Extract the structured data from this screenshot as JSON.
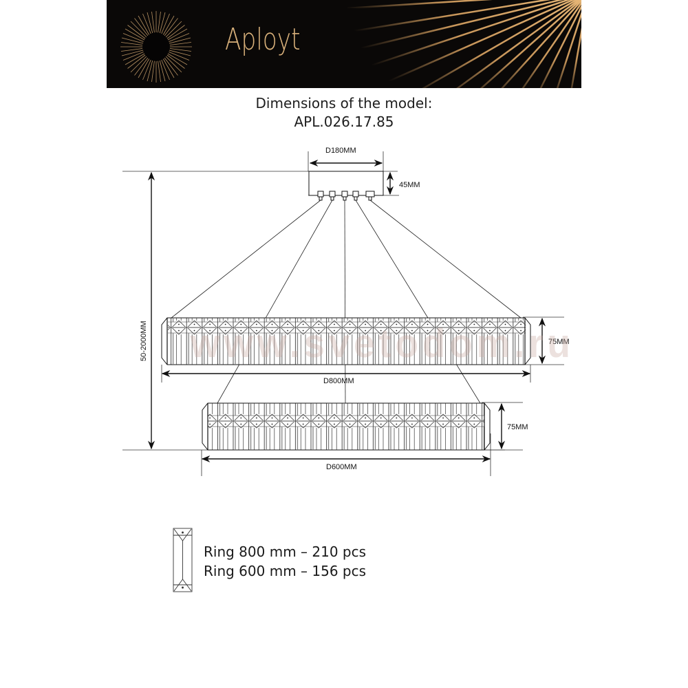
{
  "banner": {
    "brand": "Aployt",
    "background": "#0a0807",
    "accent": "#d8b07a"
  },
  "title": {
    "line1": "Dimensions of the model:",
    "line2": "APL.026.17.85"
  },
  "dimensions": {
    "canopy_diameter": "D180MM",
    "canopy_height": "45MM",
    "suspension_height": "50-2000MM",
    "ring_upper_height": "75MM",
    "ring_upper_diameter": "D800MM",
    "ring_lower_height": "75MM",
    "ring_lower_diameter": "D600MM"
  },
  "watermark": "www.svetodom.ru",
  "legend": {
    "icon": "crystal-prism-icon",
    "items": [
      {
        "label": "Ring 800 mm – 210 pcs"
      },
      {
        "label": "Ring 600 mm – 156 pcs"
      }
    ]
  }
}
